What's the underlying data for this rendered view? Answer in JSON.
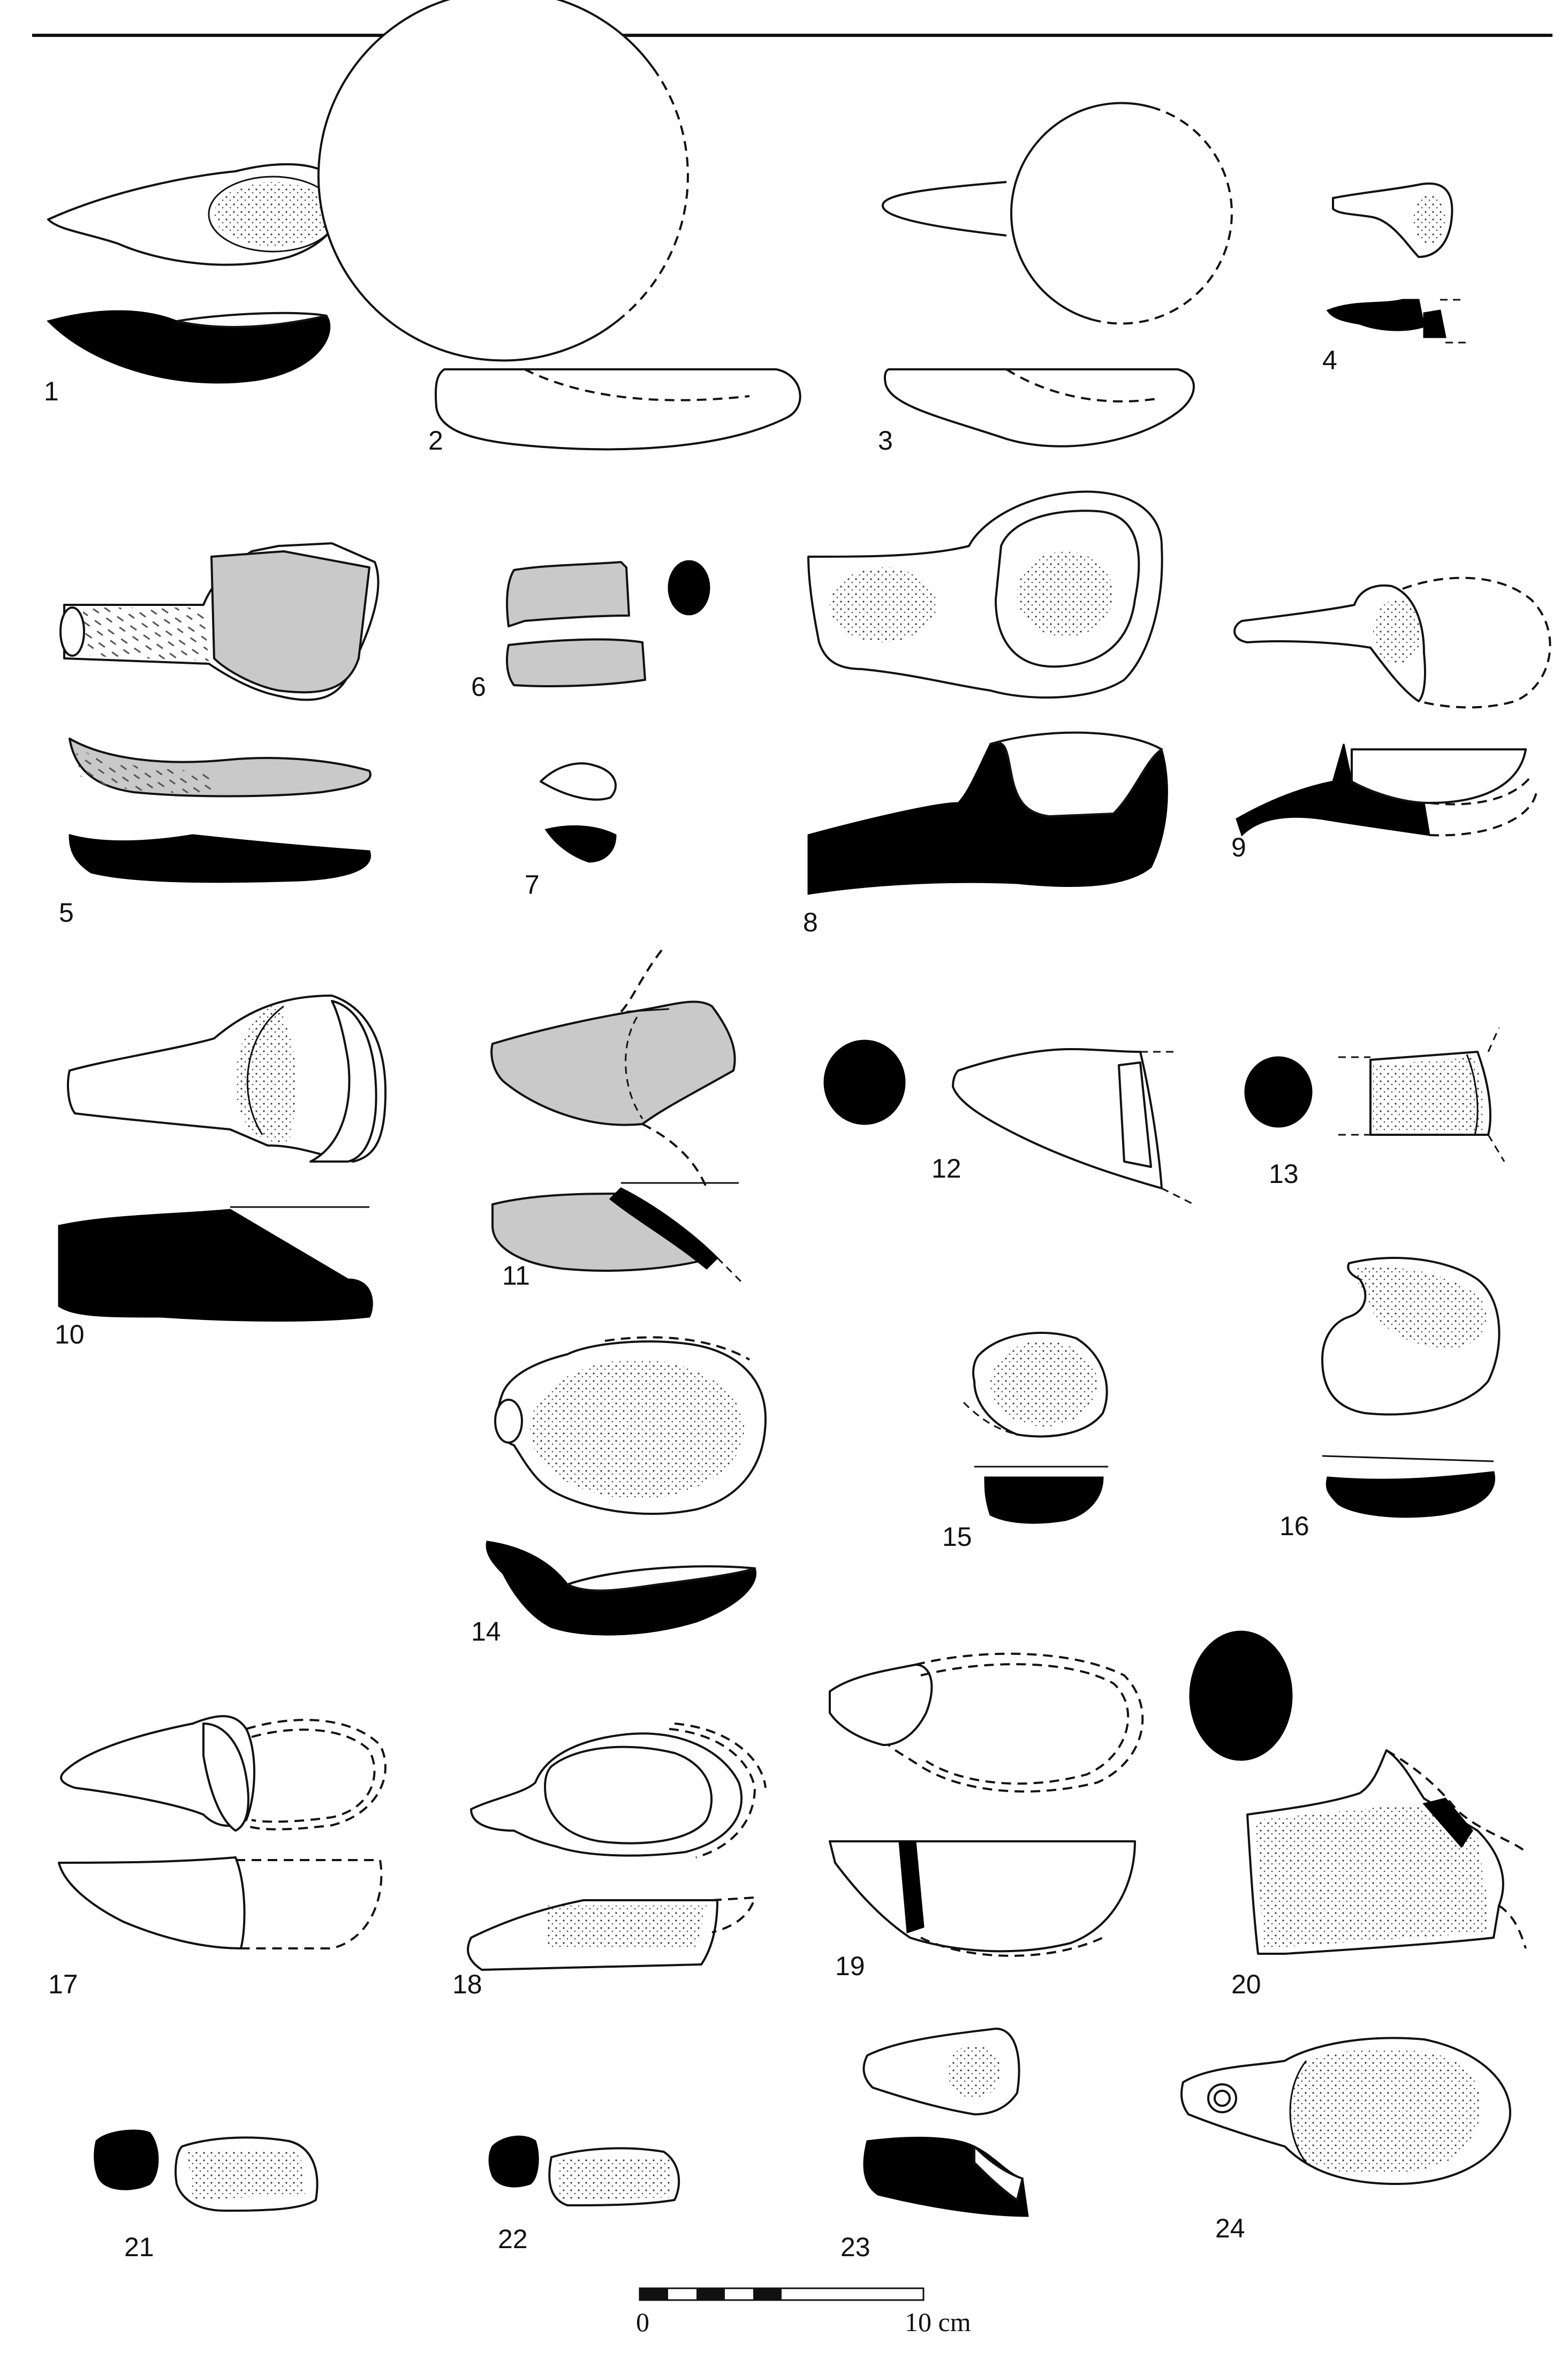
{
  "figure": {
    "labels": [
      "1",
      "2",
      "3",
      "4",
      "5",
      "6",
      "7",
      "8",
      "9",
      "10",
      "11",
      "12",
      "13",
      "14",
      "15",
      "16",
      "17",
      "18",
      "19",
      "20",
      "21",
      "22",
      "23",
      "24"
    ]
  },
  "scale_bar": {
    "start_label": "0",
    "end_label": "10 cm"
  },
  "colors": {
    "ink": "#111111",
    "section_fill": "#000000",
    "grey_fill": "#c9c9c9",
    "background": "#ffffff"
  }
}
